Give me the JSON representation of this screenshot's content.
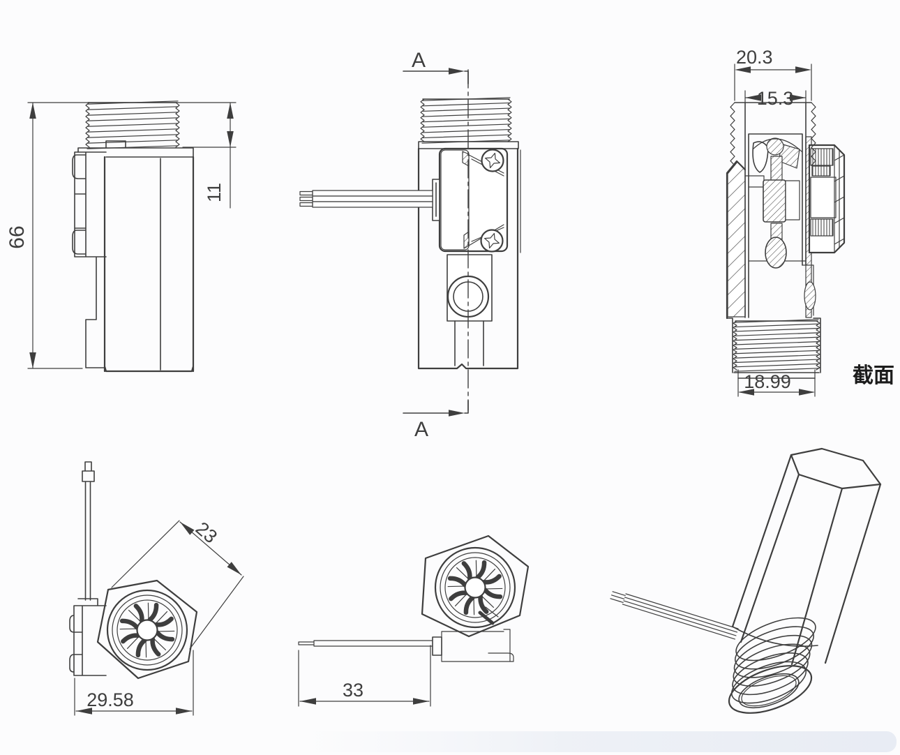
{
  "drawing": {
    "background_color": "#fcfcfd",
    "line_color": "#3e3e3e",
    "shadow_color": "#e8ecf4",
    "section_marker_top": "A",
    "section_marker_bottom": "A",
    "section_caption": "截面",
    "dimensions": {
      "overall_height": "66",
      "thread_length": "11",
      "hex_width_top": "20.3",
      "bore_width": "15.3",
      "thread_outer_width": "18.99",
      "body_across_flats": "23",
      "overall_width_front": "29.58",
      "wire_lead_length": "33"
    }
  }
}
